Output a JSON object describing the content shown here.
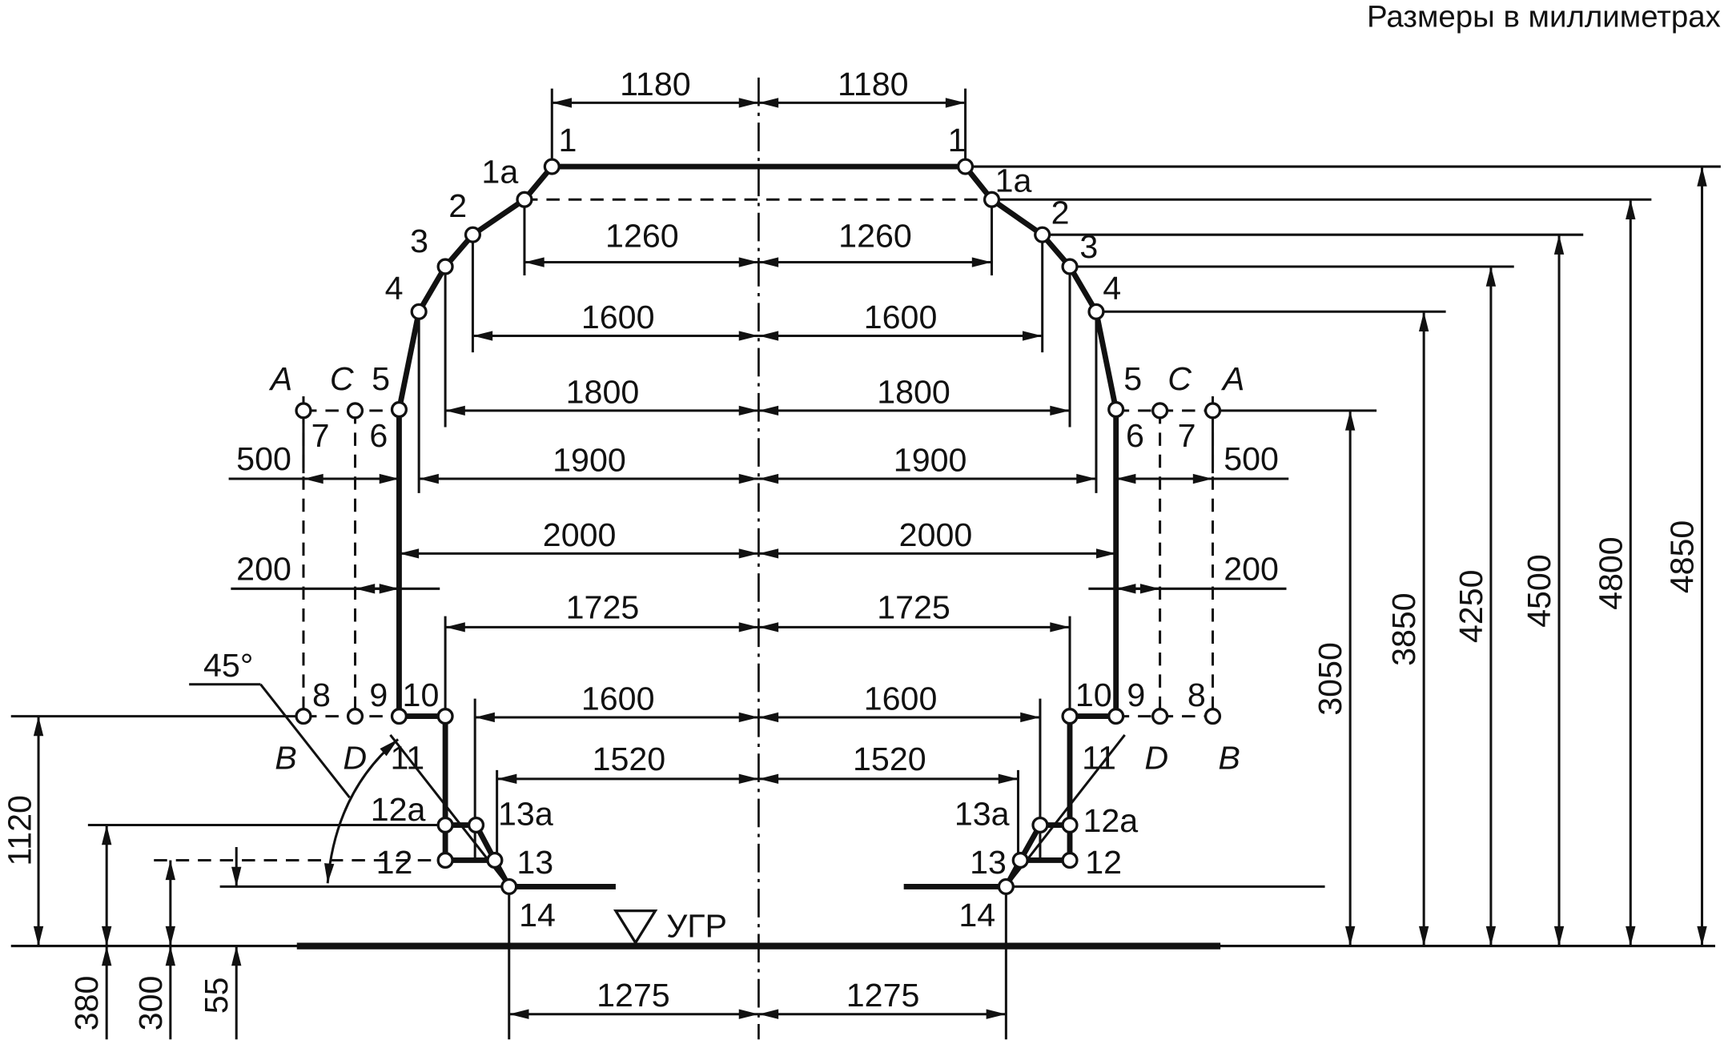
{
  "title": "Размеры в миллиметрах",
  "h_dims": {
    "w1180": "1180",
    "w1260": "1260",
    "w1600_top": "1600",
    "w1800": "1800",
    "w1900": "1900",
    "w2000": "2000",
    "w1725": "1725",
    "w1600_low": "1600",
    "w1520": "1520",
    "w1275": "1275",
    "off500": "500",
    "off200": "200"
  },
  "v_dims": {
    "h3050": "3050",
    "h3850": "3850",
    "h4250": "4250",
    "h4500": "4500",
    "h4800": "4800",
    "h4850": "4850",
    "h1120": "1120",
    "h380": "380",
    "h300": "300",
    "h55": "55"
  },
  "angle": "45°",
  "ugr": "УГР",
  "points": {
    "p1": "1",
    "p1a": "1a",
    "p2": "2",
    "p3": "3",
    "p4": "4",
    "p5": "5",
    "p6": "6",
    "p7": "7",
    "p8": "8",
    "p9": "9",
    "p10": "10",
    "p11": "11",
    "p12": "12",
    "p12a": "12a",
    "p13": "13",
    "p13a": "13a",
    "p14": "14"
  },
  "lines": {
    "A": "A",
    "B": "B",
    "C": "C",
    "D": "D"
  }
}
